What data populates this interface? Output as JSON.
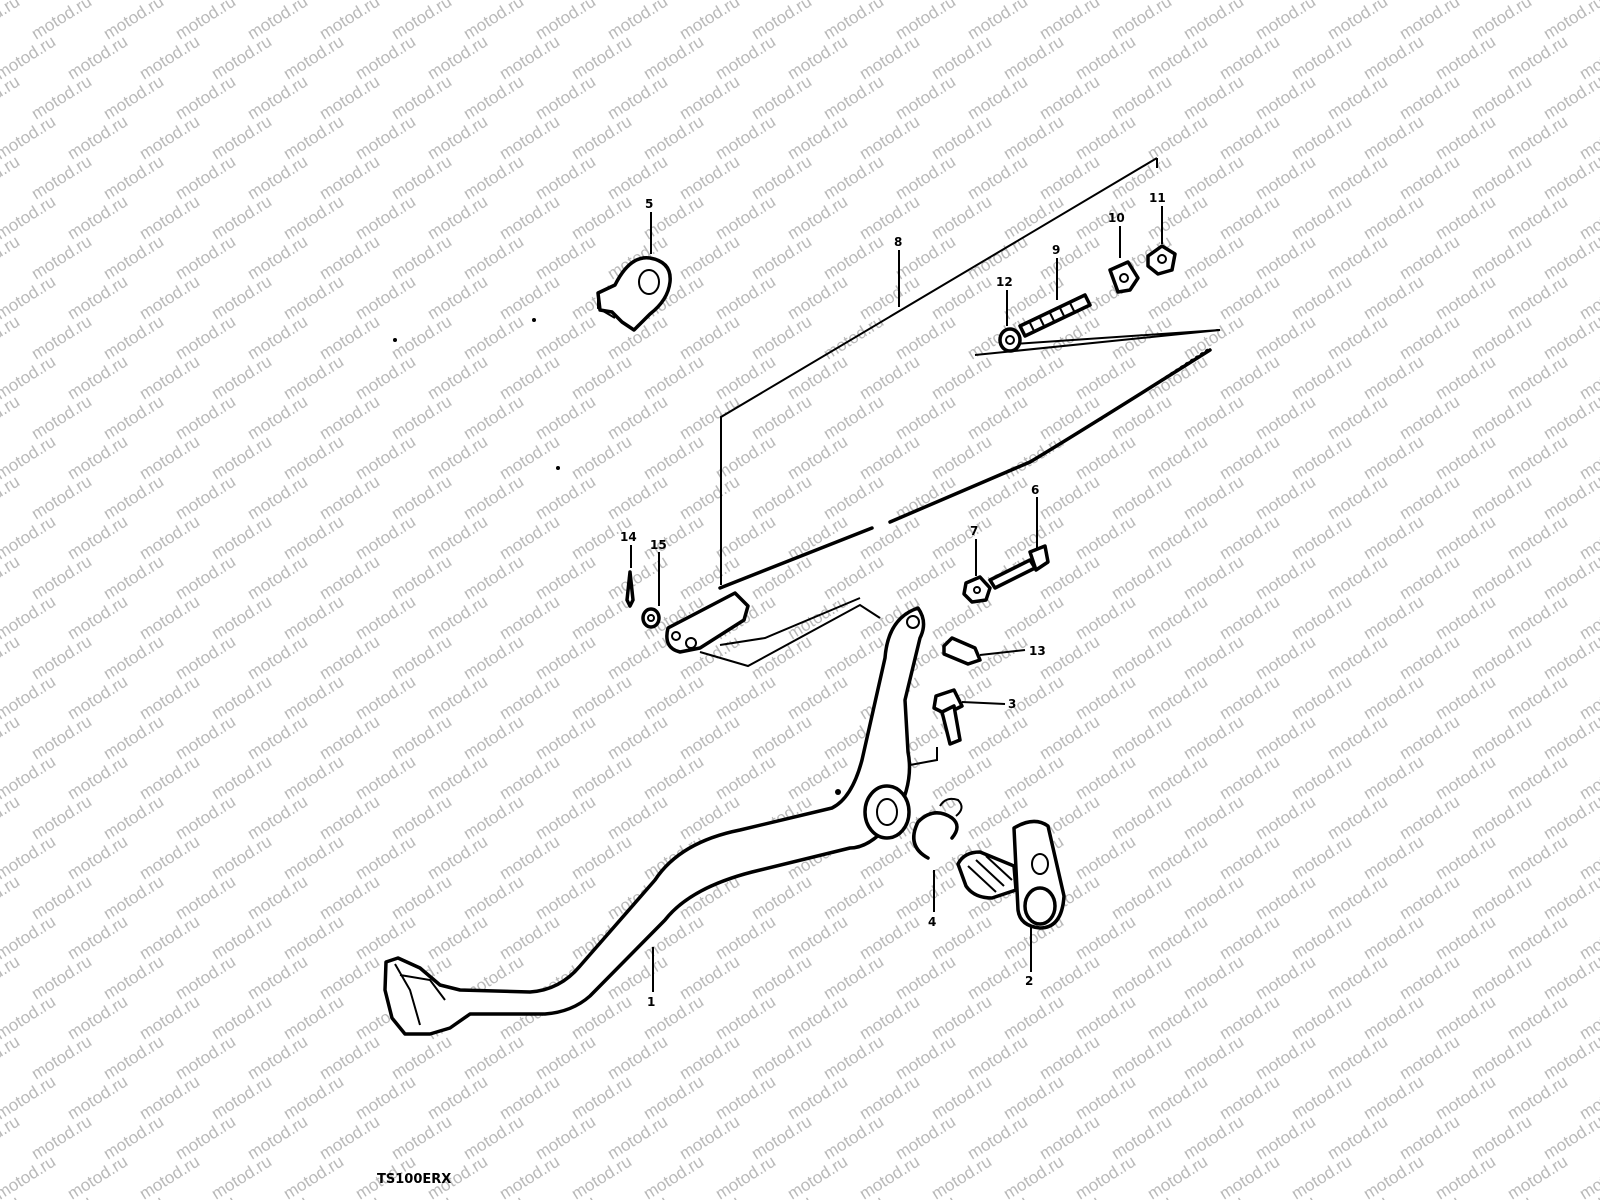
{
  "diagram": {
    "drawing_code": "TS100ERX",
    "part_callouts": [
      "1",
      "2",
      "3",
      "4",
      "5",
      "6",
      "7",
      "8",
      "9",
      "10",
      "11",
      "12",
      "13",
      "14",
      "15"
    ]
  },
  "watermark": {
    "text": "motod.ru",
    "color": "#b9b9b9"
  },
  "colors": {
    "line": "#000000",
    "background": "#ffffff"
  }
}
